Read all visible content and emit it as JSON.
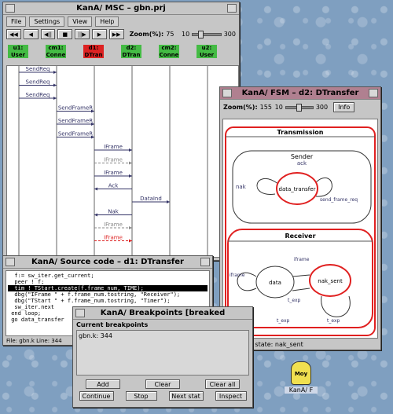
{
  "msc": {
    "title": "KanA/ MSC – gbn.prj",
    "menus": [
      "File",
      "Settings",
      "View",
      "Help"
    ],
    "vcr": [
      "◀◀",
      "◀",
      "◀||",
      "■",
      "||▶",
      "▶",
      "▶▶"
    ],
    "zoom_label": "Zoom(%):",
    "zoom_value": "75",
    "zoom_min": "10",
    "zoom_max": "300",
    "zoom_fraction": 0.22,
    "lanes": [
      {
        "id": "u1:",
        "name": "User",
        "color": "#44bb44"
      },
      {
        "id": "cm1:",
        "name": "Conne",
        "color": "#44bb44"
      },
      {
        "id": "d1:",
        "name": "DTran",
        "color": "#dd2222"
      },
      {
        "id": "d2:",
        "name": "DTran",
        "color": "#44bb44"
      },
      {
        "id": "cm2:",
        "name": "Conne",
        "color": "#44bb44"
      },
      {
        "id": "u2:",
        "name": "User",
        "color": "#44bb44"
      }
    ],
    "messages": [
      {
        "label": "SendReq",
        "color": "#336"
      },
      {
        "label": "SendReq",
        "color": "#336"
      },
      {
        "label": "SendReq",
        "color": "#336"
      },
      {
        "label": "SendFrameR",
        "color": "#336"
      },
      {
        "label": "SendFrameR",
        "color": "#336"
      },
      {
        "label": "SendFrameR",
        "color": "#336"
      },
      {
        "label": "IFrame",
        "color": "#336"
      },
      {
        "label": "IFrame",
        "color": "#888"
      },
      {
        "label": "IFrame",
        "color": "#336"
      },
      {
        "label": "Ack",
        "color": "#336"
      },
      {
        "label": "DataInd",
        "color": "#336"
      },
      {
        "label": "Nak",
        "color": "#336"
      },
      {
        "label": "IFrame",
        "color": "#888"
      },
      {
        "label": "IFrame",
        "color": "#dd2222"
      }
    ]
  },
  "fsm": {
    "title": "KanA/ FSM – d2: DTransfer",
    "zoom_label": "Zoom(%):",
    "zoom_value": "155",
    "zoom_min": "10",
    "zoom_max": "300",
    "zoom_fraction": 0.45,
    "info_label": "Info",
    "section_title": "Transmission",
    "sender_label": "Sender",
    "sender_state": "data_transfer",
    "sender_ack": "ack",
    "sender_nak": "nak",
    "sender_req": "send_frame_req",
    "receiver_label": "Receiver",
    "recv_state1": "data",
    "recv_state2": "nak_sent",
    "recv_iframe1": "iframe",
    "recv_iframe2": "iframe",
    "recv_texp1": "t_exp",
    "recv_texp2": "t_exp",
    "recv_texp3": "t_exp",
    "status": "Activated state: nak_sent"
  },
  "source": {
    "title": "KanA/ Source code – d1: DTransfer",
    "lines": [
      "  f:= sw_iter.get_current;",
      "  peer ! f;",
      "  tim ! TStart.create(f.frame_num, TIME);",
      "  dbg(\"IFrame \" + f.frame_num.tostring, \"Receiver\");",
      "  dbg(\"TStart \" + f.frame_num.tostring, \"Timer\");",
      "  sw_iter.next",
      " end loop;",
      " go data_transfer"
    ],
    "highlight_index": 2,
    "status": "File: gbn.k  Line: 344"
  },
  "breakpoints": {
    "title": "KanA/ Breakpoints [breaked",
    "header": "Current breakpoints",
    "items": [
      "gbn.k: 344"
    ],
    "buttons": [
      "Add",
      "Clear",
      "Clear all",
      "Continue",
      "Stop",
      "Next stat",
      "Inspect"
    ]
  },
  "desktop_icon": {
    "label": "KanA/ F",
    "glyph": "Moy",
    "icon": "kana-mascot-icon"
  }
}
